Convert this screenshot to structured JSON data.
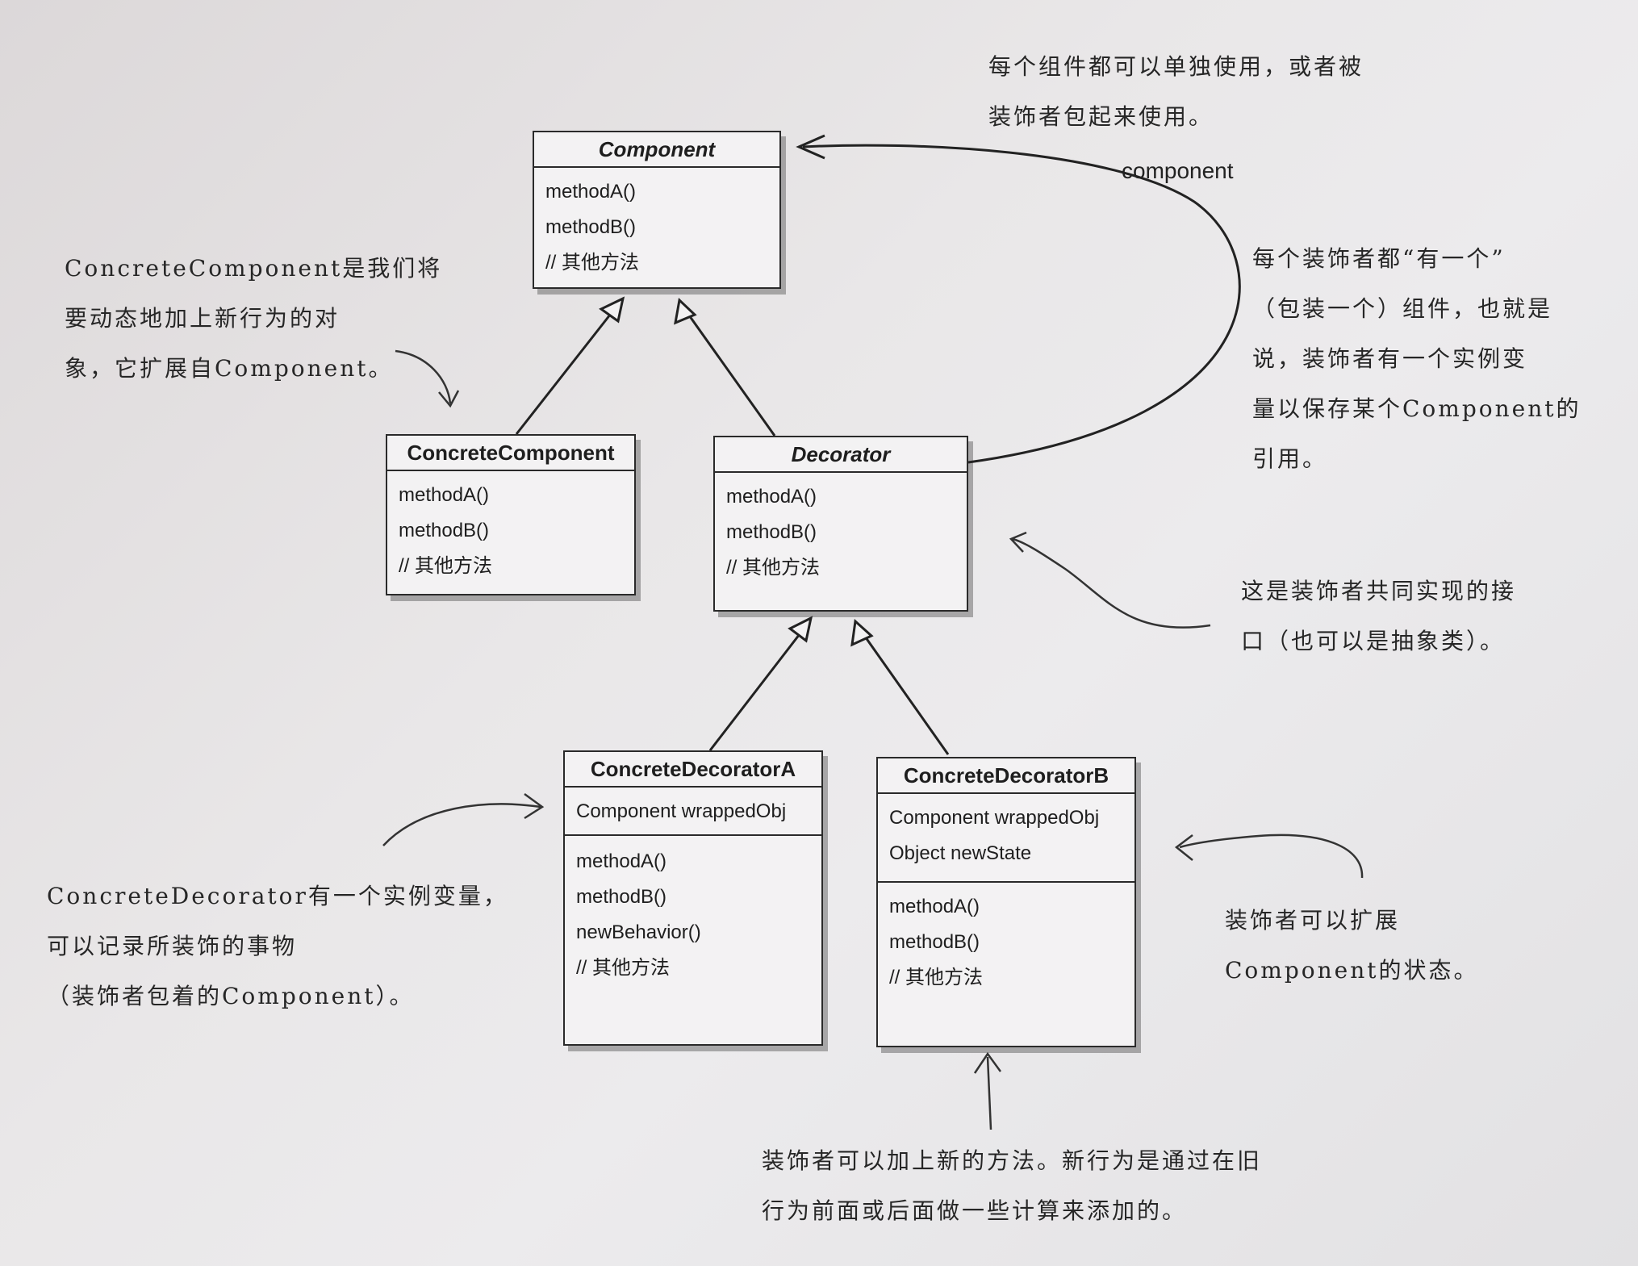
{
  "classes": {
    "component": {
      "name": "Component",
      "methods": [
        "methodA()",
        "methodB()",
        "// 其他方法"
      ]
    },
    "concrete_component": {
      "name": "ConcreteComponent",
      "methods": [
        "methodA()",
        "methodB()",
        "// 其他方法"
      ]
    },
    "decorator": {
      "name": "Decorator",
      "methods": [
        "methodA()",
        "methodB()",
        "// 其他方法"
      ]
    },
    "decorator_a": {
      "name": "ConcreteDecoratorA",
      "fields": [
        "Component wrappedObj"
      ],
      "methods": [
        "methodA()",
        "methodB()",
        "newBehavior()",
        "// 其他方法"
      ]
    },
    "decorator_b": {
      "name": "ConcreteDecoratorB",
      "fields": [
        "Component wrappedObj",
        "Object newState"
      ],
      "methods": [
        "methodA()",
        "methodB()",
        "// 其他方法"
      ]
    }
  },
  "association_label": "component",
  "notes": {
    "top": [
      "每个组件都可以单独使用，或者被",
      "装饰者包起来使用。"
    ],
    "concrete_component": [
      "ConcreteComponent是我们将",
      "要动态地加上新行为的对",
      "象，它扩展自Component。"
    ],
    "has_a": [
      "每个装饰者都“有一个”",
      "（包装一个）组件，也就是",
      "说，装饰者有一个实例变",
      "量以保存某个Component的",
      "引用。"
    ],
    "interface": [
      "这是装饰者共同实现的接",
      "口（也可以是抽象类）。"
    ],
    "concrete_decorator": [
      "ConcreteDecorator有一个实例变量，",
      "可以记录所装饰的事物",
      "（装饰者包着的Component）。"
    ],
    "extend_state": [
      "装饰者可以扩展",
      "Component的状态。"
    ],
    "new_methods": [
      "装饰者可以加上新的方法。新行为是通过在旧",
      "行为前面或后面做一些计算来添加的。"
    ]
  },
  "colors": {
    "ink": "#1e1e1e",
    "box_fill": "#f3f2f3",
    "paper": "#e6e4e6"
  }
}
